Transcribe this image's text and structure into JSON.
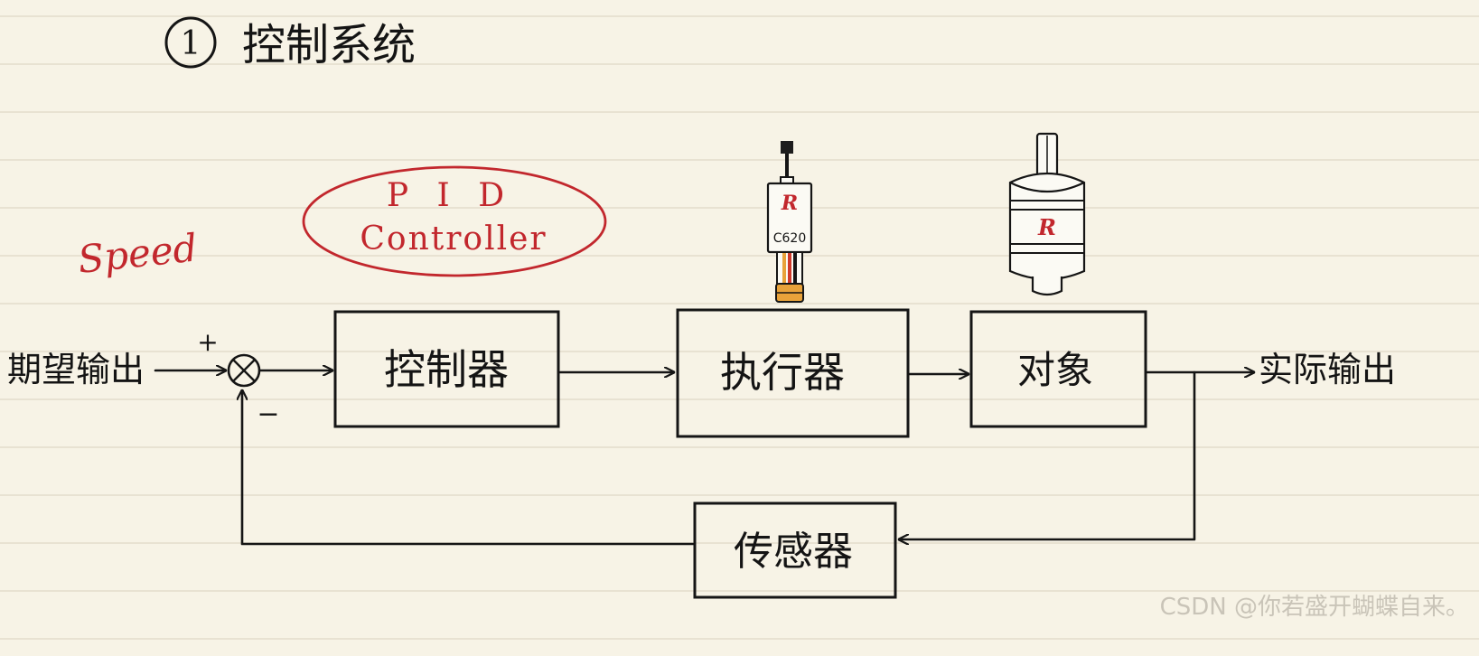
{
  "title": {
    "number": "1",
    "text": "控制系统"
  },
  "annotations": {
    "speed": "Speed",
    "pid_line1": "P I D",
    "pid_line2": "Controller",
    "plus": "+",
    "minus": "−"
  },
  "nodes": {
    "input": "期望输出",
    "controller": "控制器",
    "actuator": "执行器",
    "plant": "对象",
    "output": "实际输出",
    "sensor": "传感器"
  },
  "devices": {
    "esc_logo": "R",
    "esc_model": "C620",
    "motor_logo": "R"
  },
  "watermark": "CSDN @你若盛开蝴蝶自来。",
  "colors": {
    "paper": "#f7f3e6",
    "ink": "#151515",
    "red_ink": "#c2272d",
    "wire_orange": "#e8a23a",
    "wire_red": "#cf3a2c"
  }
}
